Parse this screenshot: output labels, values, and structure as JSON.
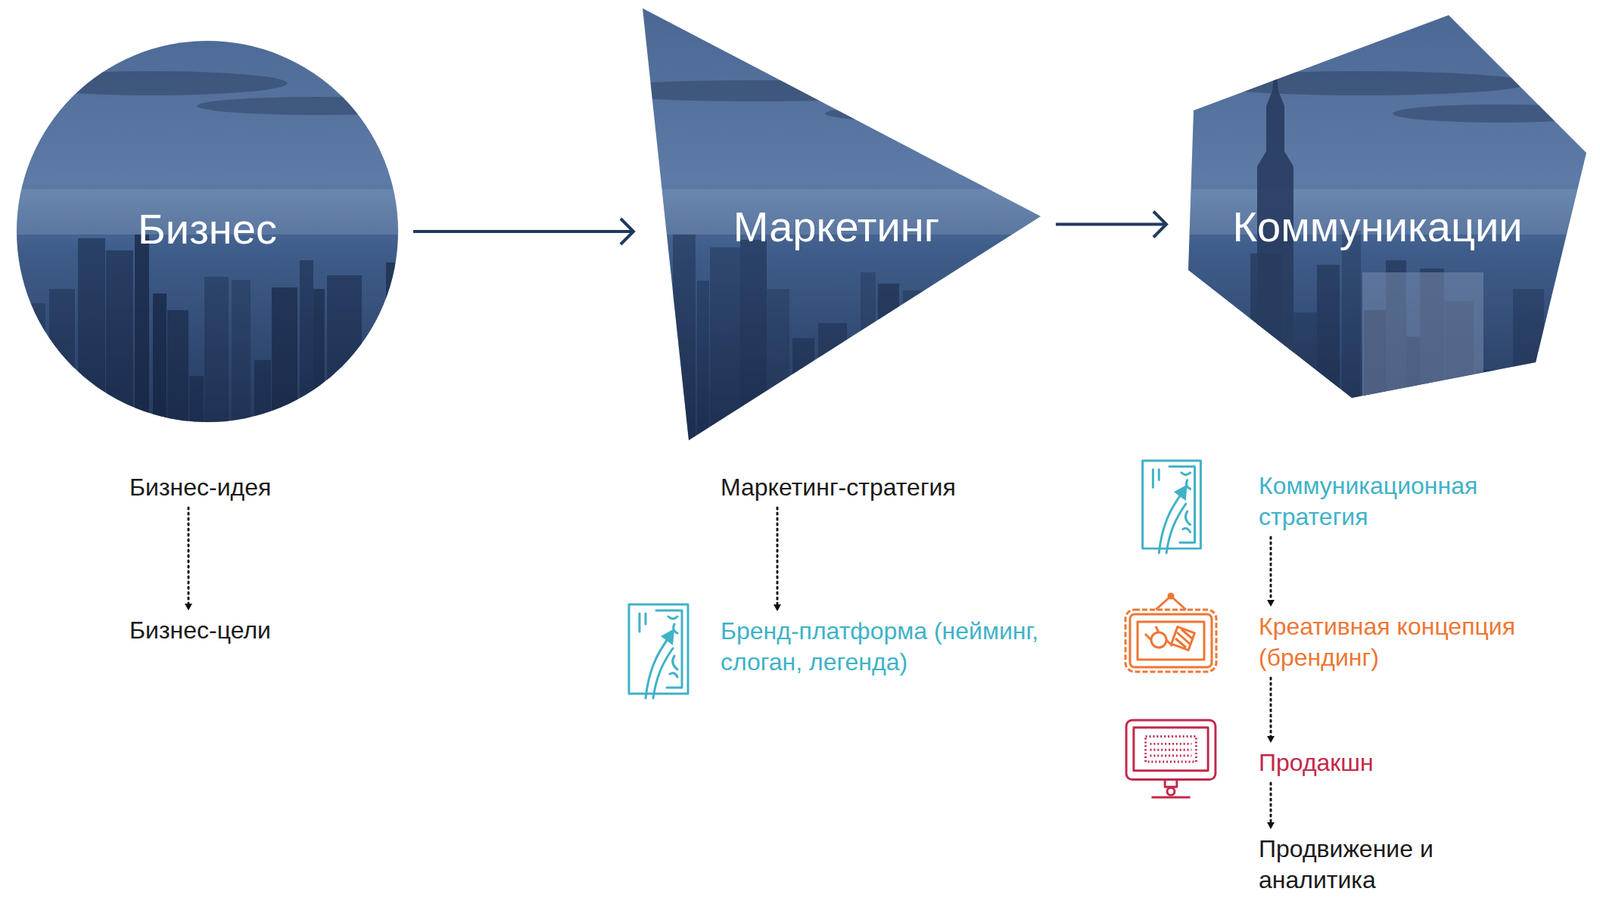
{
  "diagram": {
    "nodes": [
      {
        "text": [
          "Бизнес"
        ]
      },
      {
        "text": [
          "Маркетинг"
        ]
      },
      {
        "text": [
          "Коммуникации"
        ]
      },
      {
        "text": [
          "Бизнес-идея"
        ]
      },
      {
        "text": [
          "Бизнес-цели"
        ]
      },
      {
        "text": [
          "Маркетинг-стратегия"
        ]
      },
      {
        "text": [
          "Бренд-платформа (нейминг, слоган, легенда)"
        ]
      },
      {
        "text": [
          "Коммуникационная стратегия"
        ]
      },
      {
        "text": [
          "Креативная концепция (брендинг)"
        ]
      },
      {
        "text": [
          "Продакшн"
        ]
      },
      {
        "text": [
          "Продвижение и аналитика"
        ]
      }
    ],
    "edges": [
      {
        "from": 0,
        "to": 1,
        "arrow": "to"
      },
      {
        "from": 1,
        "to": 2,
        "arrow": "to"
      },
      {
        "from": 3,
        "to": 4,
        "arrow": "to"
      },
      {
        "from": 5,
        "to": 6,
        "arrow": "to"
      },
      {
        "from": 7,
        "to": 8,
        "arrow": "to"
      },
      {
        "from": 8,
        "to": 9,
        "arrow": "to"
      },
      {
        "from": 9,
        "to": 10,
        "arrow": "to"
      }
    ]
  }
}
